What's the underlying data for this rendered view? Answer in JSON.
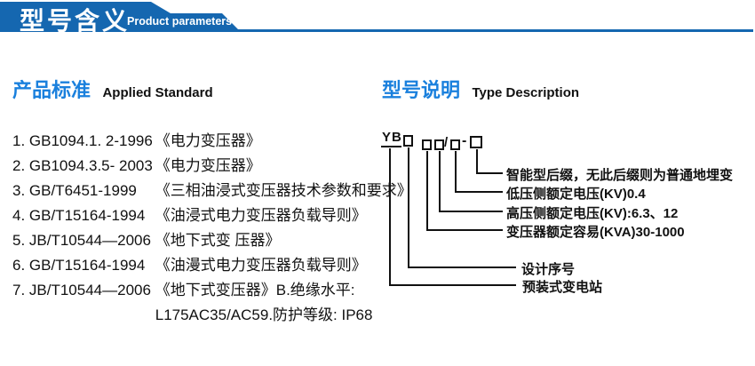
{
  "header": {
    "title_cn": "型号含义",
    "title_en": "Product parameters"
  },
  "left_section": {
    "title_cn": "产品标准",
    "title_en": "Applied Standard",
    "standards": [
      {
        "code": "1. GB1094.1. 2-1996",
        "name": "《电力变压器》"
      },
      {
        "code": "2. GB1094.3.5- 2003",
        "name": "《电力变压器》"
      },
      {
        "code": "3. GB/T6451-1999",
        "name": "《三相油浸式变压器技术参数和要求》"
      },
      {
        "code": "4. GB/T15164-1994",
        "name": "《油浸式电力变压器负载导则》"
      },
      {
        "code": "5. JB/T10544—2006",
        "name": "《地下式变 压器》"
      },
      {
        "code": "6. GB/T15164-1994",
        "name": "《油漫式电力变压器负载导则》"
      },
      {
        "code": "7. JB/T10544—2006",
        "name": "《地下式变压器》B.绝缘水平:"
      },
      {
        "code": "",
        "name": "L175AC35/AC59.防护等级: IP68"
      }
    ]
  },
  "right_section": {
    "title_cn": "型号说明",
    "title_en": "Type Description",
    "type_code": {
      "prefix": "YB",
      "slash": "/",
      "dash": "-"
    },
    "labels": [
      "智能型后缀，无此后缀则为普通地埋变",
      "低压侧额定电压(KV)0.4",
      "高压侧额定电压(KV):6.3、12",
      "变压器额定容易(KVA)30-1000",
      "设计序号",
      "预装式变电站"
    ]
  },
  "colors": {
    "banner_blue": "#1567b0",
    "heading_blue": "#1a80dd",
    "text_black": "#111111"
  }
}
